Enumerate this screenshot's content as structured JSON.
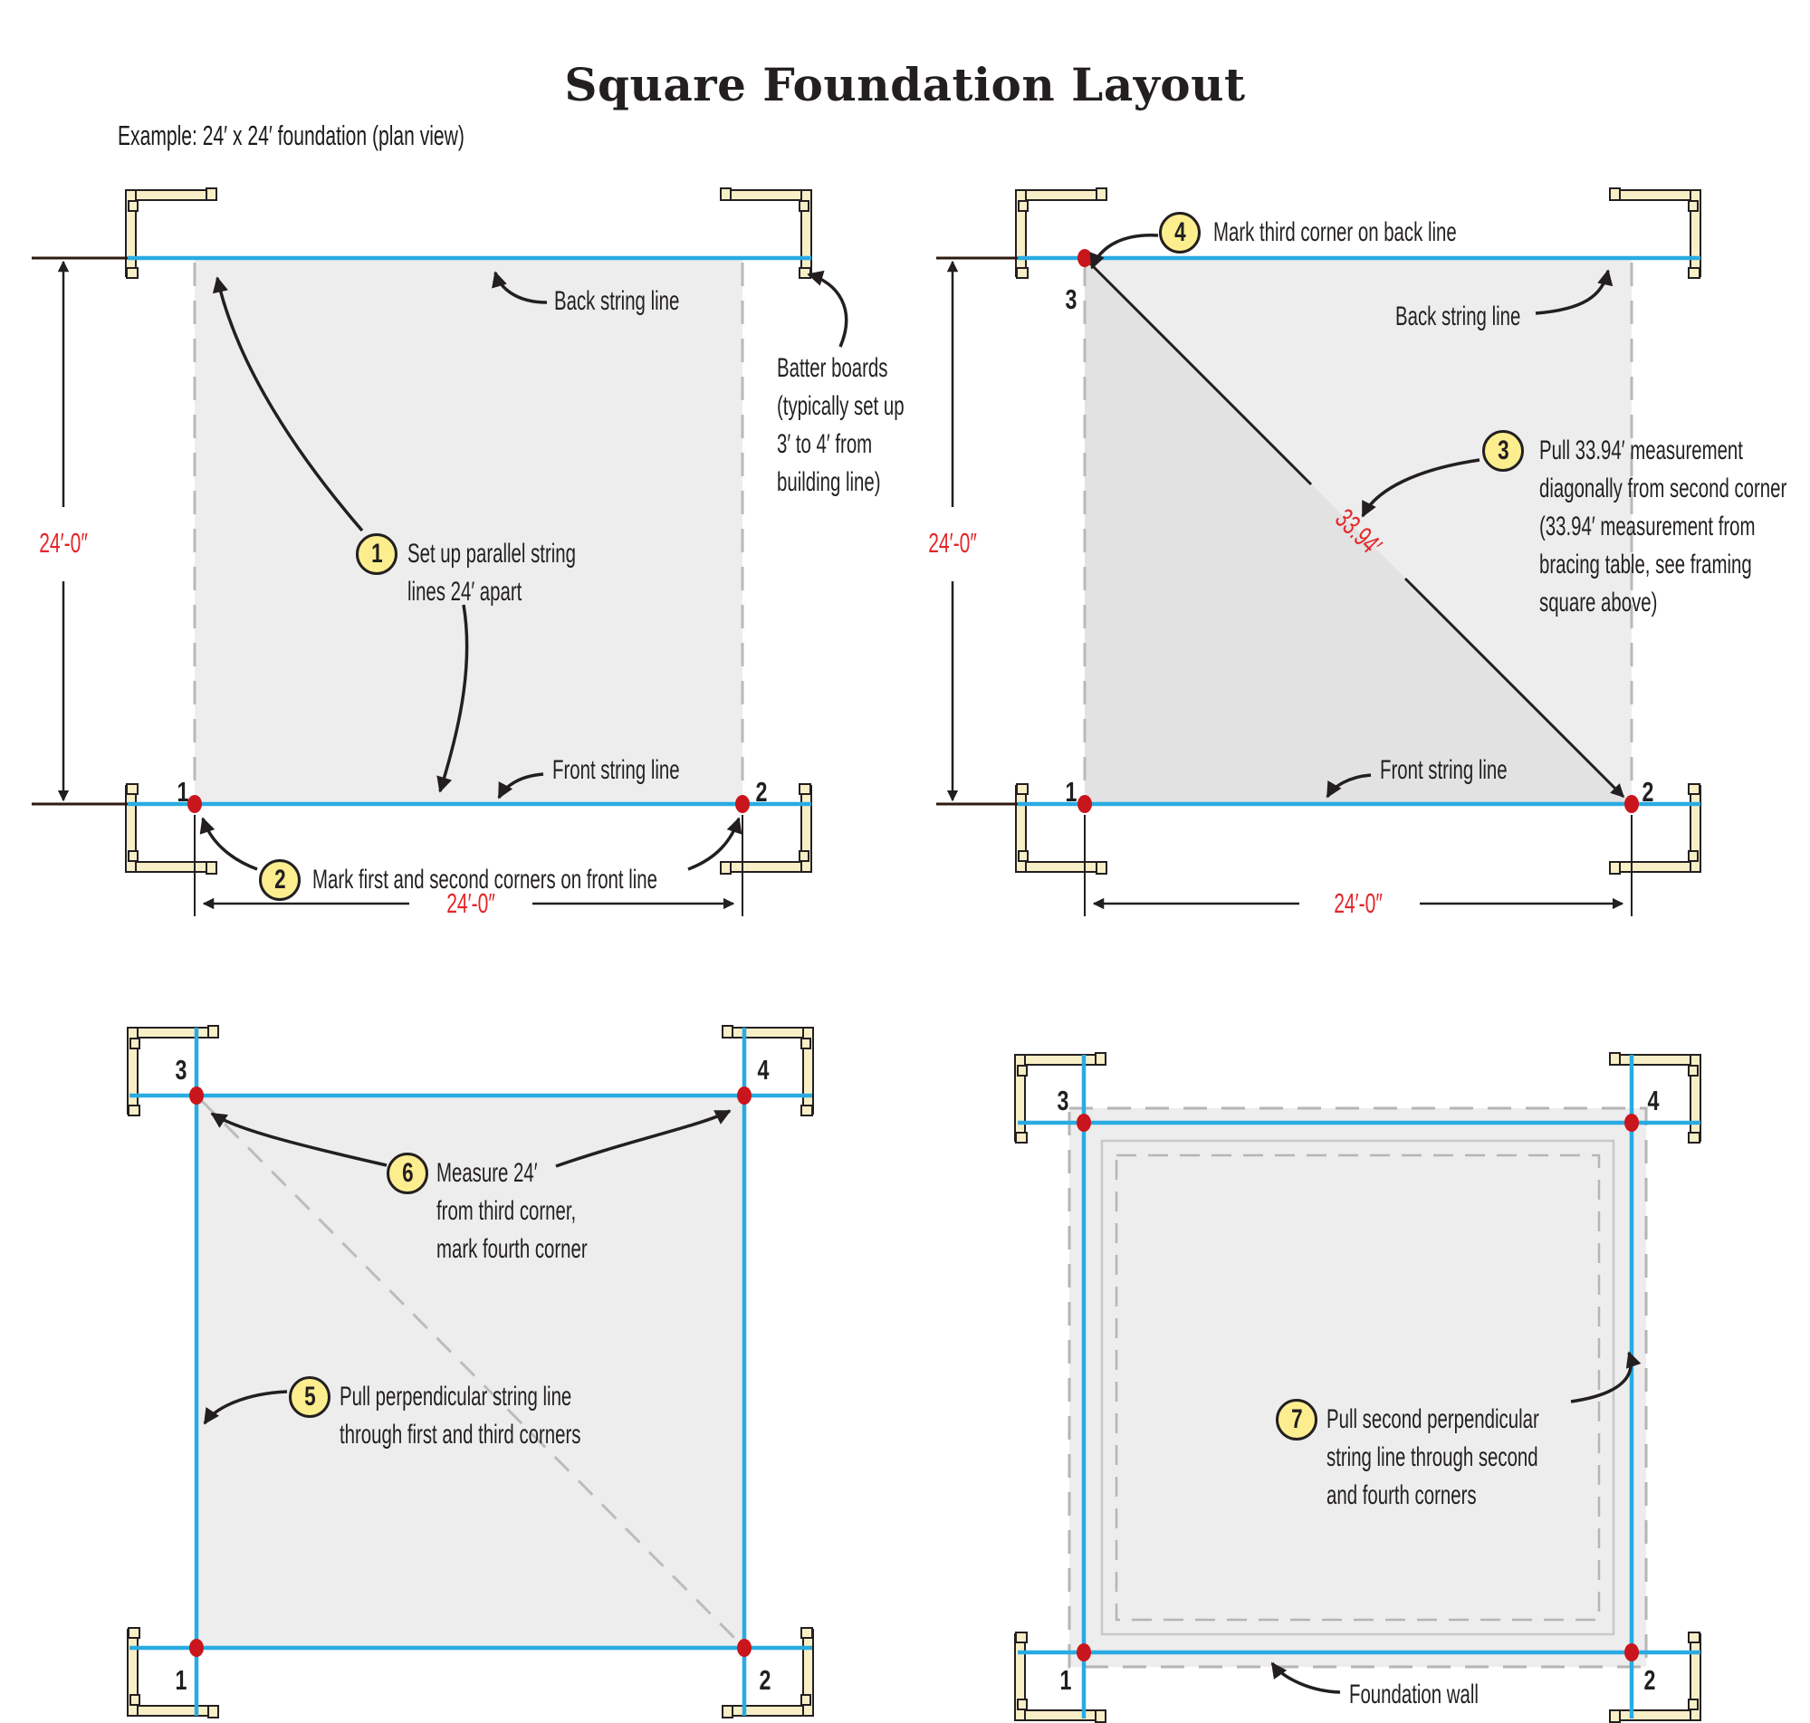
{
  "title": "Square Foundation Layout",
  "subtitle": "Example: 24′ x 24′ foundation (plan view)",
  "dims": {
    "side": "24′-0″",
    "diagonal": "33.94′"
  },
  "corners": {
    "c1": "1",
    "c2": "2",
    "c3": "3",
    "c4": "4"
  },
  "labels": {
    "back_string_line": "Back string line",
    "front_string_line": "Front string line",
    "foundation_wall": "Foundation wall",
    "batter_boards": [
      "Batter boards",
      "(typically set up",
      "3′ to 4′ from",
      "building line)"
    ]
  },
  "steps": [
    {
      "n": "1",
      "lines": [
        "Set up parallel string",
        "lines 24′ apart"
      ]
    },
    {
      "n": "2",
      "lines": [
        "Mark first and second corners on front line"
      ]
    },
    {
      "n": "3",
      "lines": [
        "Pull 33.94′ measurement",
        "diagonally from second corner",
        "(33.94′ measurement from",
        "bracing table, see framing",
        "square above)"
      ]
    },
    {
      "n": "4",
      "lines": [
        "Mark third corner on back line"
      ]
    },
    {
      "n": "5",
      "lines": [
        "Pull perpendicular string line",
        "through first and third corners"
      ]
    },
    {
      "n": "6",
      "lines": [
        "Measure 24′",
        "from third corner,",
        "mark fourth corner"
      ]
    },
    {
      "n": "7",
      "lines": [
        "Pull second perpendicular",
        "string line through second",
        "and fourth corners"
      ]
    }
  ],
  "colors": {
    "string_line": "#29abe2",
    "corner_marker": "#c9151c",
    "dimension_text": "#e42528",
    "step_circle_fill": "#fcee8f",
    "batter_board_fill": "#f8efc7",
    "foundation_shading": "#ededed"
  }
}
